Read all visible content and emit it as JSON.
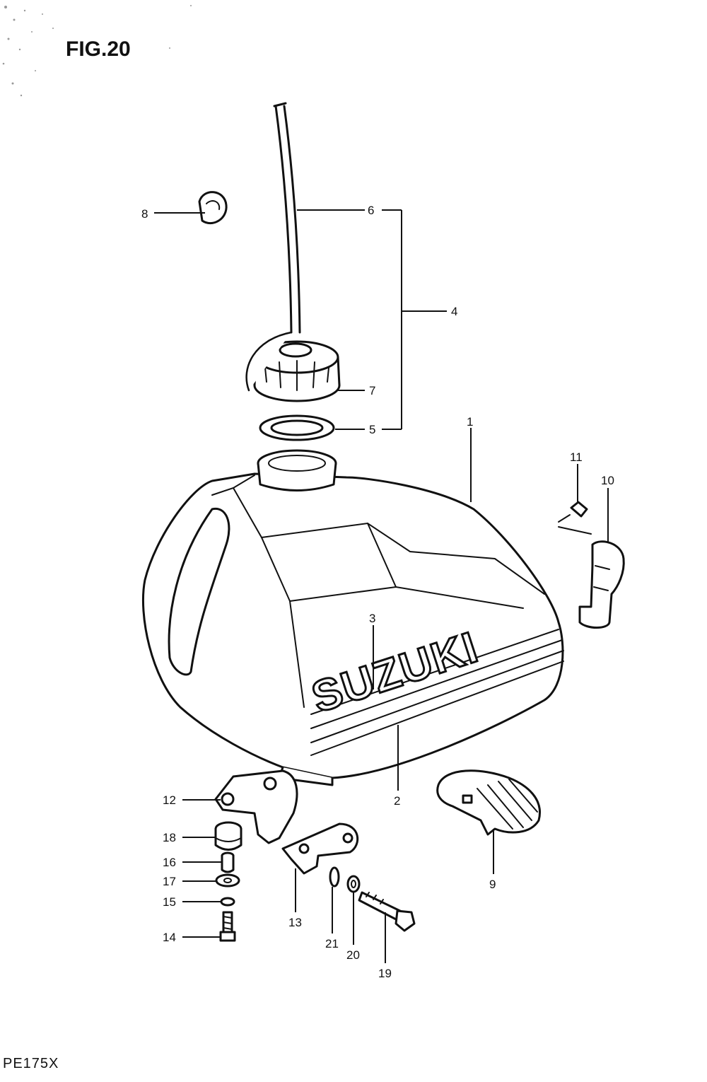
{
  "figure": {
    "title": "FIG.20",
    "model": "PE175X"
  },
  "tank_logo": "SUZUKI",
  "callouts": [
    {
      "id": "c1",
      "label": "1"
    },
    {
      "id": "c2",
      "label": "2"
    },
    {
      "id": "c3",
      "label": "3"
    },
    {
      "id": "c4",
      "label": "4"
    },
    {
      "id": "c5",
      "label": "5"
    },
    {
      "id": "c6",
      "label": "6"
    },
    {
      "id": "c7",
      "label": "7"
    },
    {
      "id": "c8",
      "label": "8"
    },
    {
      "id": "c9",
      "label": "9"
    },
    {
      "id": "c10",
      "label": "10"
    },
    {
      "id": "c11",
      "label": "11"
    },
    {
      "id": "c12",
      "label": "12"
    },
    {
      "id": "c13",
      "label": "13"
    },
    {
      "id": "c14",
      "label": "14"
    },
    {
      "id": "c15",
      "label": "15"
    },
    {
      "id": "c16",
      "label": "16"
    },
    {
      "id": "c17",
      "label": "17"
    },
    {
      "id": "c18",
      "label": "18"
    },
    {
      "id": "c19",
      "label": "19"
    },
    {
      "id": "c20",
      "label": "20"
    },
    {
      "id": "c21",
      "label": "21"
    }
  ]
}
